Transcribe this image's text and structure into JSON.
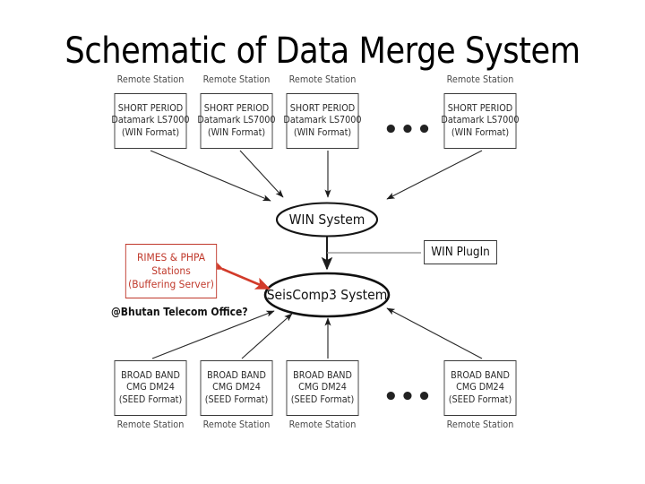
{
  "title": "Schematic of Data Merge System",
  "annotation": "@Bhutan Telecom Office?",
  "labels": {
    "remote_station": "Remote Station",
    "ellipsis": "•••"
  },
  "colors": {
    "accent_red": "#c0392b",
    "node_border": "#3a3a3a",
    "text": "#2b2b2b",
    "background": "#ffffff"
  },
  "top_row": {
    "station_label": "Remote Station",
    "nodes": [
      {
        "line1": "SHORT PERIOD",
        "line2": "Datamark LS7000",
        "line3": "(WIN Format)"
      },
      {
        "line1": "SHORT PERIOD",
        "line2": "Datamark LS7000",
        "line3": "(WIN Format)"
      },
      {
        "line1": "SHORT PERIOD",
        "line2": "Datamark LS7000",
        "line3": "(WIN Format)"
      },
      {
        "line1": "SHORT PERIOD",
        "line2": "Datamark LS7000",
        "line3": "(WIN Format)"
      }
    ]
  },
  "bottom_row": {
    "station_label": "Remote Station",
    "nodes": [
      {
        "line1": "BROAD BAND",
        "line2": "CMG DM24",
        "line3": "(SEED Format)"
      },
      {
        "line1": "BROAD BAND",
        "line2": "CMG DM24",
        "line3": "(SEED Format)"
      },
      {
        "line1": "BROAD BAND",
        "line2": "CMG DM24",
        "line3": "(SEED Format)"
      },
      {
        "line1": "BROAD BAND",
        "line2": "CMG DM24",
        "line3": "(SEED Format)"
      }
    ]
  },
  "systems": {
    "win_system": "WIN System",
    "seiscomp3": "SeisComp3 System",
    "win_plugin": "WIN PlugIn"
  },
  "buffering": {
    "line1": "RIMES & PHPA",
    "line2": "Stations",
    "line3": "(Buffering Server)"
  }
}
